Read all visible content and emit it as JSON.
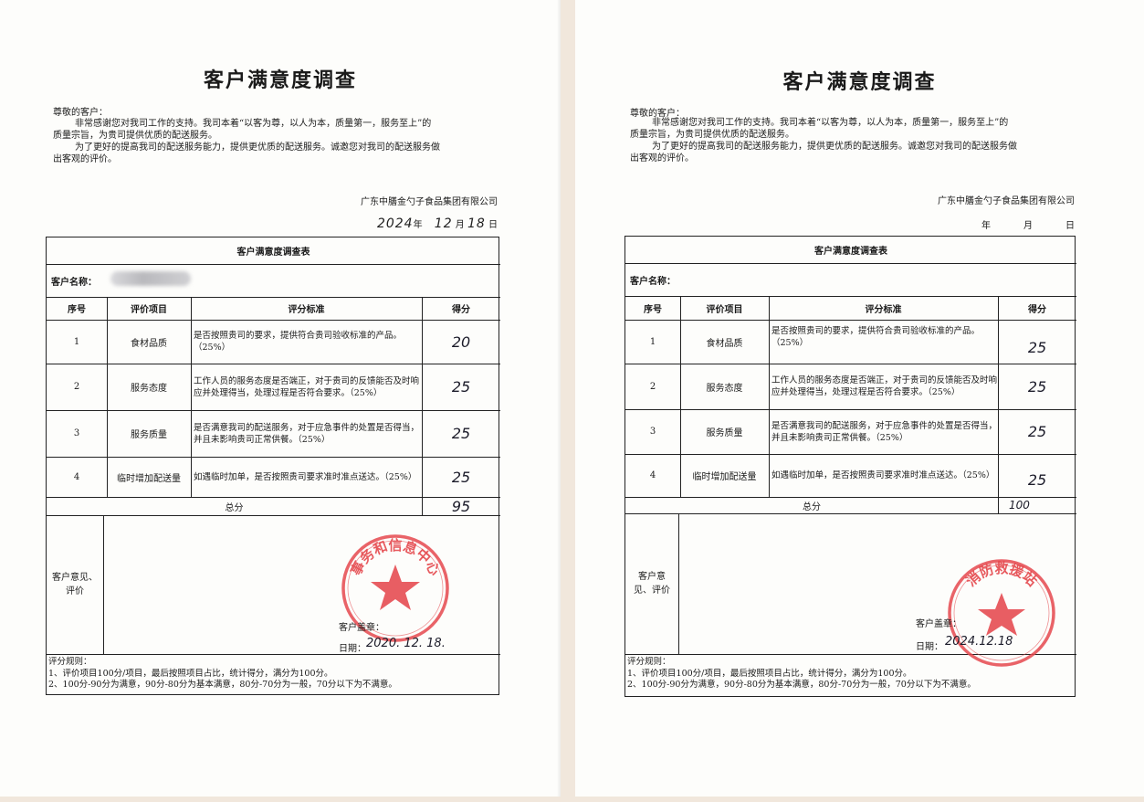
{
  "doc": {
    "title": "客户满意度调查",
    "greeting": "尊敬的客户：",
    "para1_line1": "非常感谢您对我司工作的支持。我司本着“以客为尊，以人为本，质量第一，服务至上”的",
    "para1_line2": "质量宗旨，为贵司提供优质的配送服务。",
    "para2_line1": "为了更好的提高我司的配送服务能力，提供更优质的配送服务。诚邀您对我司的配送服务做",
    "para2_line2": "出客观的评价。",
    "company": "广东中膳金勺子食品集团有限公司",
    "year_label": "年",
    "month_label": "月",
    "day_label": "日"
  },
  "table": {
    "title": "客户满意度调查表",
    "customer_label": "客户名称：",
    "headers": {
      "no": "序号",
      "item": "评价项目",
      "criteria": "评分标准",
      "score": "得分"
    },
    "rows": [
      {
        "no": "1",
        "item": "食材品质",
        "criteria": "是否按照贵司的要求，提供符合贵司验收标准的产品。（25%）"
      },
      {
        "no": "2",
        "item": "服务态度",
        "criteria": "工作人员的服务态度是否端正，对于贵司的反馈能否及时响应并处理得当，处理过程是否符合要求。（25%）"
      },
      {
        "no": "3",
        "item": "服务质量",
        "criteria": "是否满意我司的配送服务，对于应急事件的处置是否得当，并且未影响贵司正常供餐。（25%）"
      },
      {
        "no": "4",
        "item": "临时增加配送量",
        "criteria": "如遇临时加单，是否按照贵司要求准时准点送达。（25%）"
      }
    ],
    "total_label": "总分",
    "opinion_label": "客户意见、评价",
    "stamp_label": "客户盖章：",
    "date_label": "日期：",
    "rules_title": "评分规则：",
    "rule1": "1、评价项目100分/项目，最后按照项目占比，统计得分，满分为100分。",
    "rule2": "2、100分-90分为满意，90分-80分为基本满意，80分-70分为一般，70分以下为不满意。"
  },
  "left": {
    "date_year": "2024",
    "date_month": "12",
    "date_day": "18",
    "scores": [
      "20",
      "25",
      "25",
      "25"
    ],
    "total": "95",
    "sign_date": "2020. 12. 18.",
    "seal_text": "事务和信息中心"
  },
  "right": {
    "scores": [
      "25",
      "25",
      "25",
      "25"
    ],
    "total": "100",
    "sign_date": "2024.12.18",
    "seal_text": "消防救援站"
  },
  "colors": {
    "seal": "#e5484d",
    "ink": "#1a1a1a",
    "background": "#f1e7dc"
  }
}
